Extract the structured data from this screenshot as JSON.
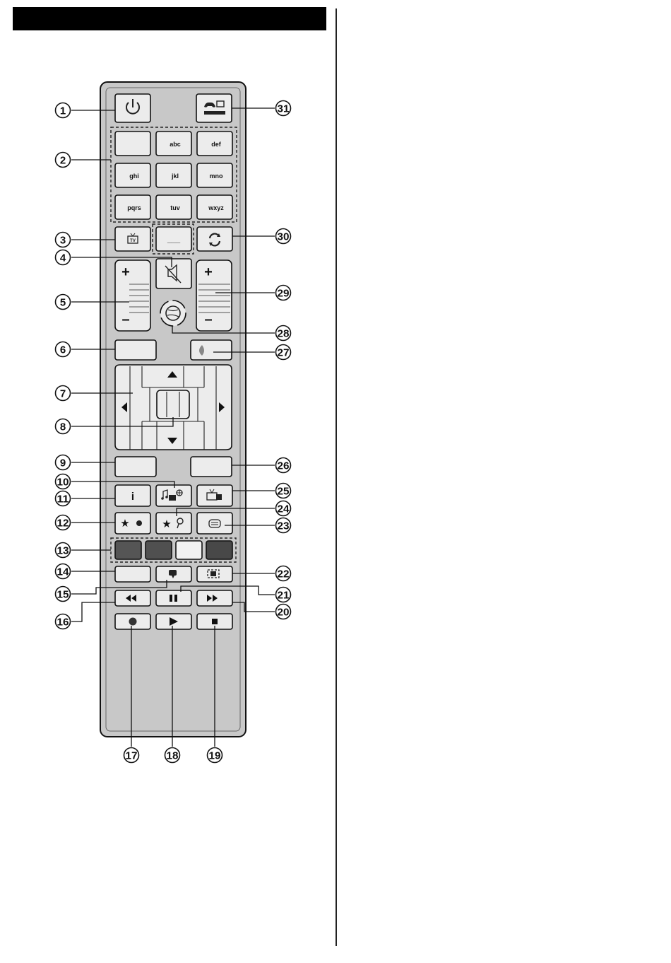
{
  "remote": {
    "keypad_letters": [
      "",
      "abc",
      "def",
      "ghi",
      "jkl",
      "mno",
      "pqrs",
      "tuv",
      "wxyz"
    ],
    "space_key_glyph": "___",
    "info_glyph": "i",
    "plus_glyph": "+",
    "minus_glyph": "–"
  },
  "callouts": [
    {
      "n": "1"
    },
    {
      "n": "2"
    },
    {
      "n": "3"
    },
    {
      "n": "4"
    },
    {
      "n": "5"
    },
    {
      "n": "6"
    },
    {
      "n": "7"
    },
    {
      "n": "8"
    },
    {
      "n": "9"
    },
    {
      "n": "10"
    },
    {
      "n": "11"
    },
    {
      "n": "12"
    },
    {
      "n": "13"
    },
    {
      "n": "14"
    },
    {
      "n": "15"
    },
    {
      "n": "16"
    },
    {
      "n": "17"
    },
    {
      "n": "18"
    },
    {
      "n": "19"
    },
    {
      "n": "20"
    },
    {
      "n": "21"
    },
    {
      "n": "22"
    },
    {
      "n": "23"
    },
    {
      "n": "24"
    },
    {
      "n": "25"
    },
    {
      "n": "26"
    },
    {
      "n": "27"
    },
    {
      "n": "28"
    },
    {
      "n": "29"
    },
    {
      "n": "30"
    },
    {
      "n": "31"
    }
  ],
  "colors": {
    "header_bar": "#000000",
    "remote_body": "#c8c8c8",
    "button_fill": "#ececec",
    "color_button_1": "#555555",
    "color_button_2": "#505050",
    "color_button_3": "#f2f2f2",
    "color_button_4": "#484848"
  }
}
